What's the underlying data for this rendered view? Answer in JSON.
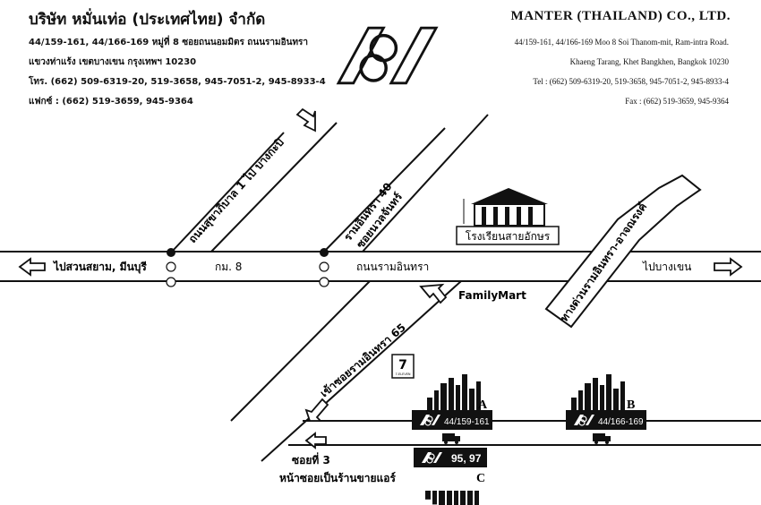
{
  "header": {
    "th": {
      "company": "บริษัท หมั่นเท่อ (ประเทศไทย) จำกัด",
      "address1": "44/159-161, 44/166-169 หมู่ที่ 8 ซอยถนนอมมิตร ถนนรามอินทรา",
      "address2": "แขวงท่าแร้ง เขตบางเขน กรุงเทพฯ 10230",
      "tel": "โทร. (662) 509-6319-20, 519-3658, 945-7051-2, 945-8933-4",
      "fax": "แฟกซ์ : (662) 519-3659, 945-9364"
    },
    "en": {
      "company": "MANTER (THAILAND) CO., LTD.",
      "address1": "44/159-161, 44/166-169 Moo 8 Soi Thanom-mit, Ram-intra Road.",
      "address2": "Khaeng Tarang, Khet Bangkhen, Bangkok 10230",
      "tel": "Tel : (662) 509-6319-20, 519-3658, 945-7051-2, 945-8933-4",
      "fax": "Fax : (662) 519-3659, 945-9364"
    }
  },
  "map": {
    "road_left_dest": "ไปสวนสยาม, มีนบุรี",
    "road_right_dest": "ไปบางเขน",
    "km_marker": "กม. 8",
    "main_road": "ถนนรามอินทรา",
    "road_sukhaphiban": "ถนนสุขาภิบาล 1 ไป บางกะปิ",
    "road_ramintra40_a": "รามอินทรา 40",
    "road_ramintra40_b": "ซอยนวลจันทร์",
    "expressway": "ทางด่วนรามอินทรา-อาจณรงค์",
    "school": "โรงเรียนสายอักษร",
    "familymart": "FamilyMart",
    "seven_eleven": "7-ELEVEN",
    "soi_ramintra65": "เข้าซอยรามอินทรา 65",
    "soi3_a": "ซอยที่ 3",
    "soi3_b": "หน้าซอยเป็นร้านขายแอร์",
    "building_a_label": "A",
    "building_a_no": "44/159-161",
    "building_b_label": "B",
    "building_b_no": "44/166-169",
    "building_c_label": "C",
    "building_c_no": "95, 97"
  }
}
